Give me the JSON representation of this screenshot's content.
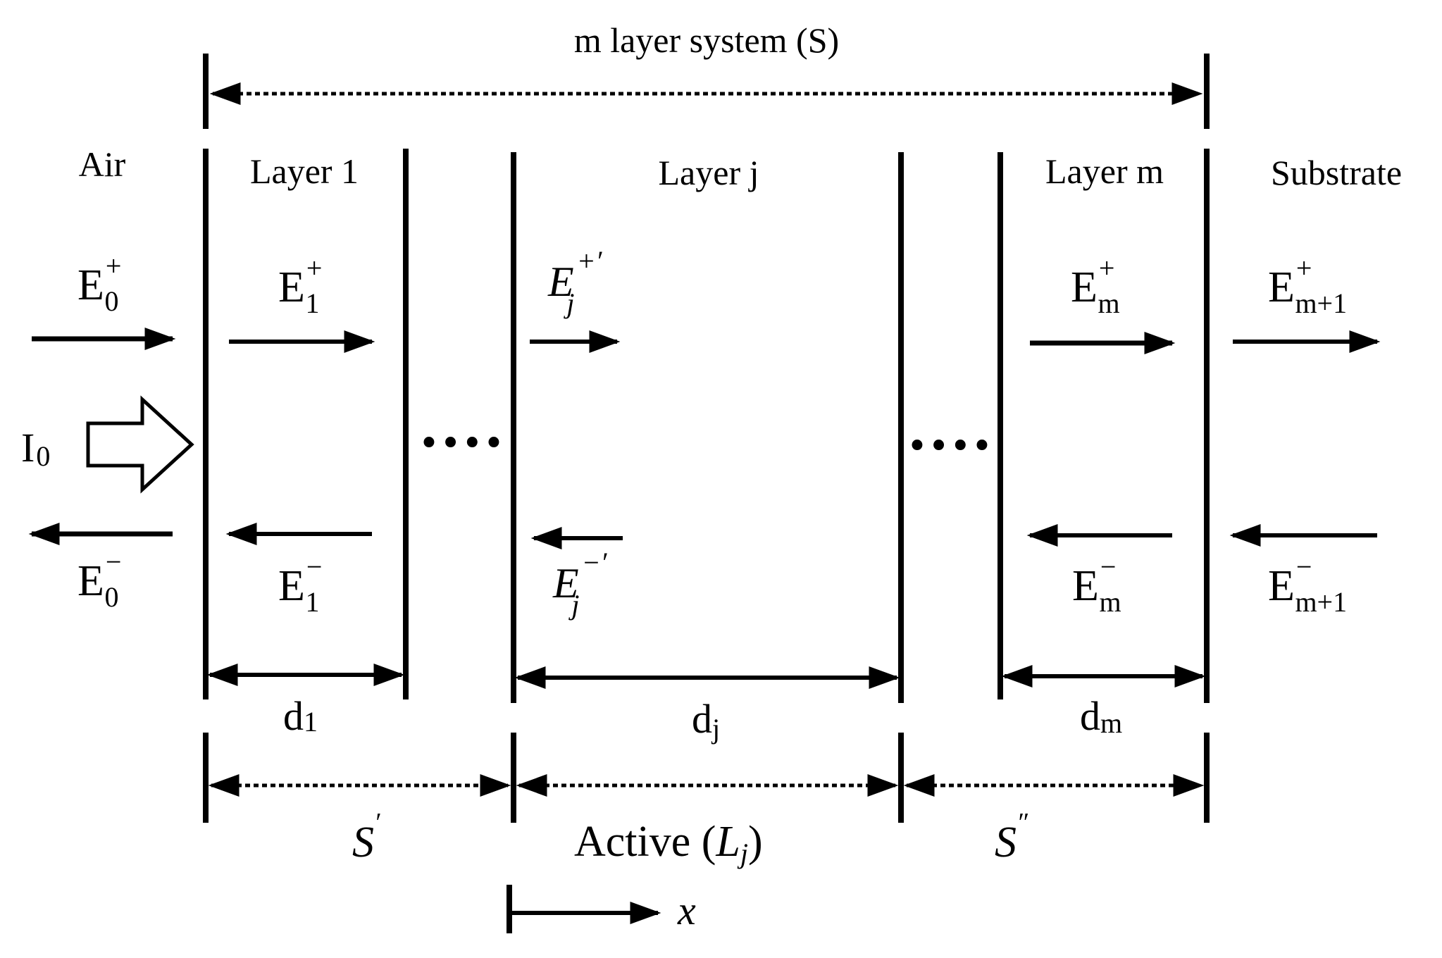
{
  "header": {
    "system_label": "m layer system (S)"
  },
  "regions": {
    "air": "Air",
    "layer_1": "Layer 1",
    "layer_j": "Layer j",
    "layer_m": "Layer m",
    "substrate": "Substrate"
  },
  "fields": {
    "E0_forward": {
      "base": "E",
      "sup": "+",
      "sub": "0"
    },
    "E1_forward": {
      "base": "E",
      "sup": "+",
      "sub": "1"
    },
    "Ej_forward": {
      "base": "E",
      "sup": "+′",
      "sub": "j"
    },
    "Em_forward": {
      "base": "E",
      "sup": "+",
      "sub": "m"
    },
    "Em1_forward": {
      "base": "E",
      "sup": "+",
      "sub": "m+1"
    },
    "E0_backward": {
      "base": "E",
      "sup": "−",
      "sub": "0"
    },
    "E1_backward": {
      "base": "E",
      "sup": "−",
      "sub": "1"
    },
    "Ej_backward": {
      "base": "E",
      "sup": "−′",
      "sub": "j"
    },
    "Em_backward": {
      "base": "E",
      "sup": "−",
      "sub": "m"
    },
    "Em1_backward": {
      "base": "E",
      "sup": "−",
      "sub": "m+1"
    }
  },
  "incident": {
    "base": "I",
    "sub": "0"
  },
  "thickness": {
    "d1": {
      "base": "d",
      "sub": "1"
    },
    "dj": {
      "base": "d",
      "sub": "j"
    },
    "dm": {
      "base": "d",
      "sub": "m"
    }
  },
  "subsystems": {
    "s_prime": {
      "base": "S",
      "mark": "′"
    },
    "active": {
      "text": "Active (",
      "var": "L",
      "sub": "j",
      "close": ")"
    },
    "s_double_prime": {
      "base": "S",
      "mark": "″"
    }
  },
  "axis": {
    "label": "x"
  },
  "ellipsis": {
    "left": "····",
    "right": "····"
  },
  "colors": {
    "ink": "#000000",
    "background": "#ffffff"
  }
}
